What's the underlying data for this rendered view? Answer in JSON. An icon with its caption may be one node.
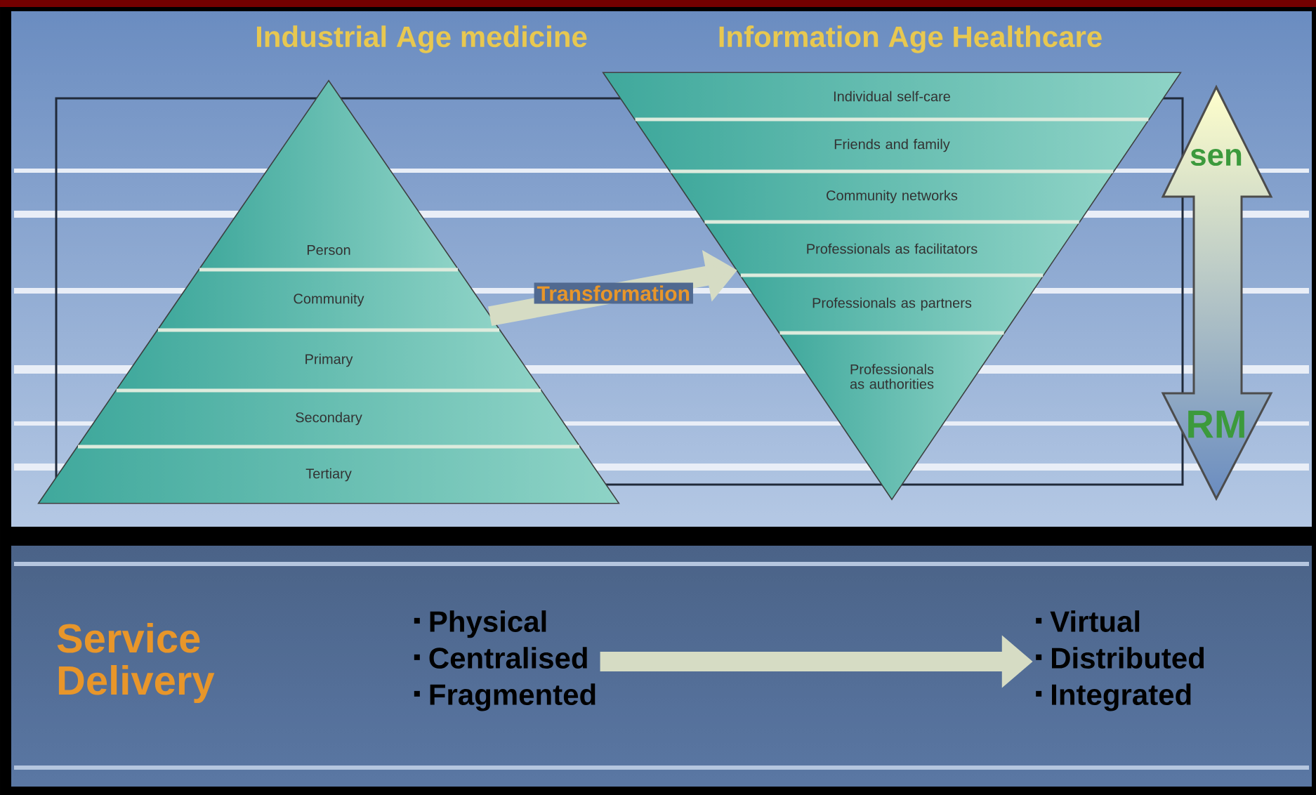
{
  "diagram": {
    "nodes": [
      {
        "text": [
          "Industrial Age medicine"
        ]
      },
      {
        "text": [
          "Person"
        ],
        "in": 0
      },
      {
        "text": [
          "Community"
        ],
        "in": 0
      },
      {
        "text": [
          "Primary"
        ],
        "in": 0
      },
      {
        "text": [
          "Secondary"
        ],
        "in": 0
      },
      {
        "text": [
          "Tertiary"
        ],
        "in": 0
      },
      {
        "text": [
          "Information Age Healthcare"
        ]
      },
      {
        "text": [
          "Individual self-care"
        ],
        "in": 6
      },
      {
        "text": [
          "Friends and family"
        ],
        "in": 6
      },
      {
        "text": [
          "Community networks"
        ],
        "in": 6
      },
      {
        "text": [
          "Professionals as facilitators"
        ],
        "in": 6
      },
      {
        "text": [
          "Professionals as partners"
        ],
        "in": 6
      },
      {
        "text": [
          "Professionals as authorities"
        ],
        "in": 6
      },
      {
        "text": [
          "Physical",
          "Centralised",
          "Fragmented"
        ]
      },
      {
        "text": [
          "Virtual",
          "Distributed",
          "Integrated"
        ]
      }
    ],
    "edges": [
      {
        "from": 0,
        "to": 6,
        "arrow": "to",
        "label": "Transformation"
      },
      {
        "from": 13,
        "to": 14,
        "arrow": "to"
      }
    ],
    "labels": [
      "sen",
      "RM",
      "Service Delivery"
    ]
  }
}
